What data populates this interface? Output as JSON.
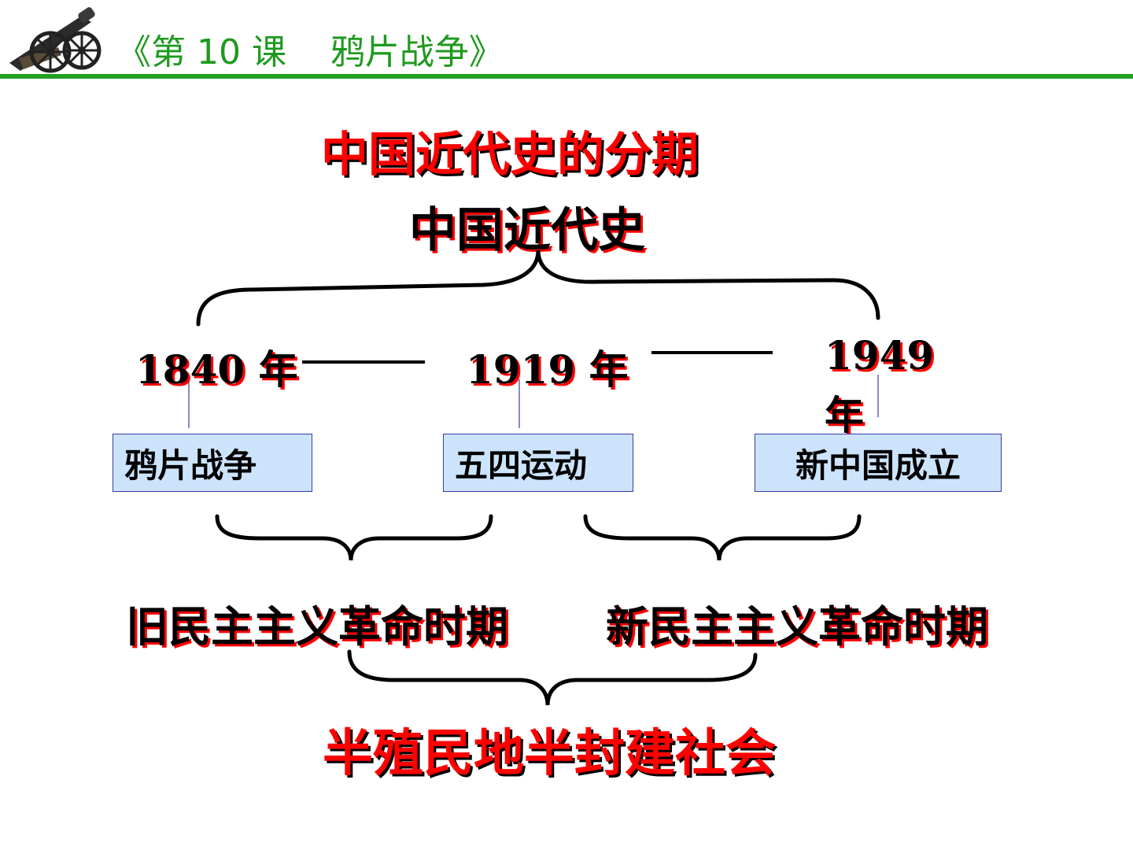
{
  "header": {
    "title": "《第 10 课    鸦片战争》",
    "accent_color": "#1f9a1f",
    "icon": "cannon-icon"
  },
  "diagram": {
    "title": "中国近代史的分期",
    "root": "中国近代史",
    "years": [
      {
        "number": "1840",
        "suffix": "年"
      },
      {
        "number": "1919",
        "suffix": "年"
      },
      {
        "number": "1949",
        "suffix": "年"
      }
    ],
    "events": [
      "鸦片战争",
      "五四运动",
      "新中国成立"
    ],
    "periods": [
      "旧民主主义革命时期",
      "新民主主义革命时期"
    ],
    "society": "半殖民地半封建社会",
    "colors": {
      "title": "#ff0000",
      "event_box_fill": "#cce4fb",
      "event_box_border": "#3a3aa8",
      "connector": "#3a3aa8"
    }
  }
}
